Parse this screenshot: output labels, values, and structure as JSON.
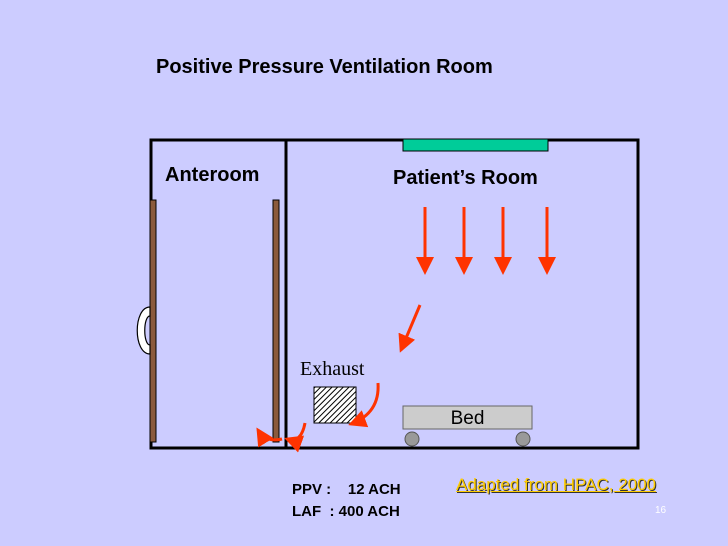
{
  "title": "Positive Pressure Ventilation Room",
  "rooms": {
    "anteroom_label": "Anteroom",
    "patient_room_label": "Patient’s Room"
  },
  "exhaust_label": "Exhaust",
  "bed_label": "Bed",
  "info": {
    "ppv": "PPV :    12 ACH",
    "laf": "LAF  : 400 ACH"
  },
  "credit": "Adapted from HPAC, 2000",
  "page_number": "16",
  "colors": {
    "background": "#ccccff",
    "wall": "#000000",
    "door": "#8b5a3c",
    "vent": "#00cc99",
    "arrow": "#ff3300",
    "bed": "#cccccc",
    "credit": "#ffcc00"
  }
}
